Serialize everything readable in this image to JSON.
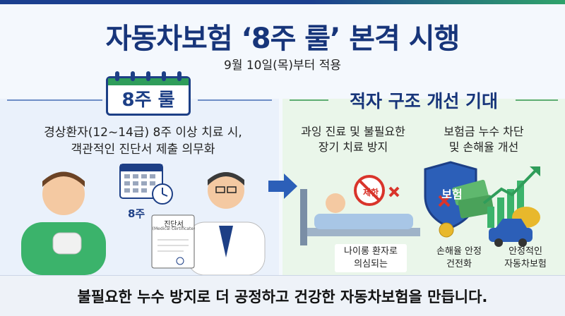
{
  "title": "자동차보험 ‘8주 룰’ 본격 시행",
  "subtitle": "9월 10일(목)부터 적용",
  "left": {
    "badge": "8주 룰",
    "description_line1": "경상환자(12~14급) 8주 이상 치료 시,",
    "description_line2": "객관적인 진단서 제출 의무화",
    "calendar_label": "8주",
    "certificate_title": "진단서",
    "certificate_subtitle": "(Medical Certificate)"
  },
  "right": {
    "heading": "적자 구조 개선 기대",
    "benefit1_line1": "과잉 진료 및 불필요한",
    "benefit1_line2": "장기 치료 방지",
    "benefit2_line1": "보험금 누수 차단",
    "benefit2_line2": "및 손해율 개선",
    "restrict_label": "제한",
    "shield_label": "보험",
    "caption1_line1": "나이롱 환자로",
    "caption1_line2": "의심되는",
    "caption2_line1": "손해율 안정",
    "caption2_line2": "건전화",
    "caption3_line1": "안정적인",
    "caption3_line2": "자동차보험"
  },
  "footer": "불필요한 누수 방지로 더 공정하고 건강한 자동차보험을 만듭니다.",
  "colors": {
    "navy": "#17357a",
    "green": "#2f9d5a",
    "red": "#d9342b"
  }
}
